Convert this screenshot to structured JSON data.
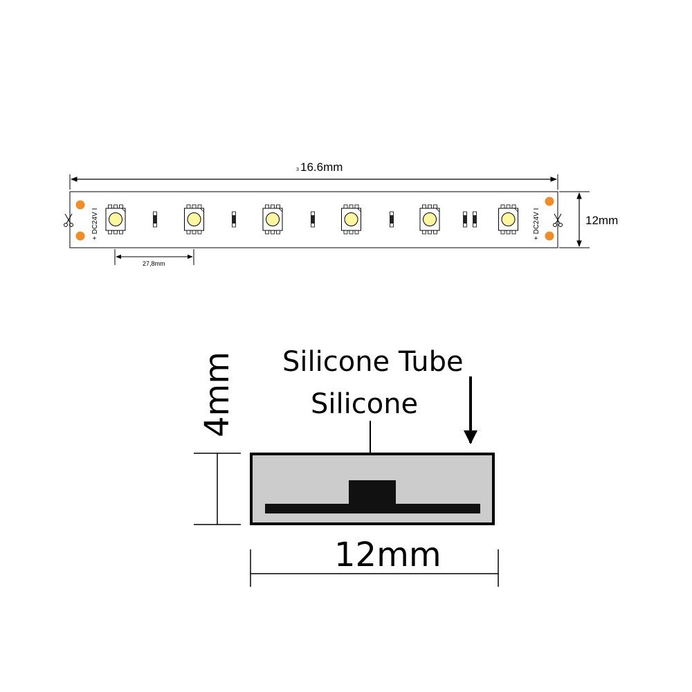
{
  "strip_view": {
    "length_label": "16.6mm",
    "length_label_prefix": "3",
    "width_label": "12mm",
    "pitch_label": "27,8mm",
    "voltage_label_left": "+ DC24V I",
    "voltage_label_right": "+ DC24V I",
    "led_count": 6,
    "colors": {
      "solder_pad": "#f28c28",
      "led_yellow": "#fff7a0",
      "outline": "#000000"
    }
  },
  "cross_section": {
    "tube_label": "Silicone Tube",
    "silicone_label": "Silicone",
    "height_label": "4mm",
    "width_label": "12mm",
    "colors": {
      "tube_fill": "#cccccc",
      "pcb_fill": "#111111",
      "outline": "#000000"
    }
  }
}
